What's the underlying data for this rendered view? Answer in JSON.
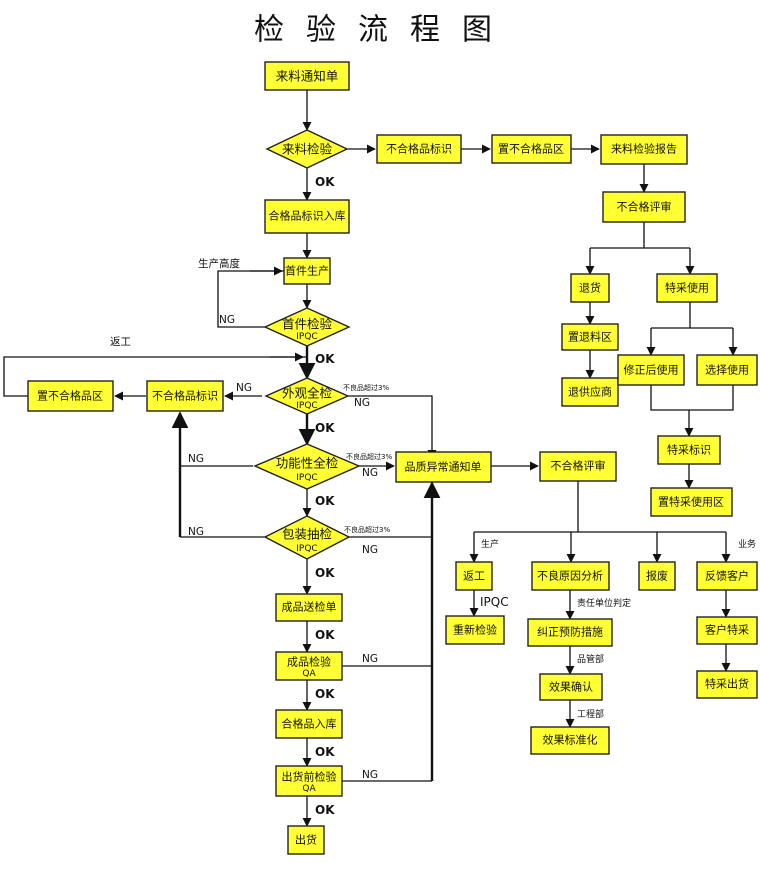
{
  "title": "检验流程图",
  "nodes": {
    "incoming_notice": "来料通知单",
    "incoming_inspection": "来料检验",
    "nc_label_1": "不合格品标识",
    "nc_area_1": "置不合格品区",
    "incoming_report": "来料检验报告",
    "nc_review_1": "不合格评审",
    "return_goods": "退货",
    "special_use": "特采使用",
    "return_area": "置退料区",
    "return_supplier": "退供应商",
    "use_after_fix": "修正后使用",
    "select_use": "选择使用",
    "special_label": "特采标识",
    "special_area": "置特采使用区",
    "good_label_store": "合格品标识入库",
    "first_article": "首件生产",
    "first_inspection": "首件检验",
    "first_inspection_sub": "IPQC",
    "visual_inspection": "外观全检",
    "visual_inspection_sub": "IPQC",
    "nc_label_2": "不合格品标识",
    "nc_area_2": "置不合格品区",
    "function_inspection": "功能性全检",
    "function_inspection_sub": "IPQC",
    "quality_notice": "品质异常通知单",
    "nc_review_2": "不合格评审",
    "packing_inspection": "包装抽检",
    "packing_inspection_sub": "IPQC",
    "rework": "返工",
    "reinspect": "重新检验",
    "cause_analysis": "不良原因分析",
    "scrap": "报废",
    "feedback_customer": "反馈客户",
    "corrective_action": "纠正预防措施",
    "customer_special": "客户特采",
    "effect_confirm": "效果确认",
    "special_shipment": "特采出货",
    "effect_standard": "效果标准化",
    "finished_sheet": "成品送检单",
    "finished_inspection": "成品检验",
    "finished_inspection_sub": "QA",
    "good_store": "合格品入库",
    "pre_ship_inspection": "出货前检验",
    "pre_ship_inspection_sub": "QA",
    "shipment": "出货"
  },
  "labels": {
    "ok": "OK",
    "ng": "NG",
    "production_height": "生产高度",
    "rework_loop": "返工",
    "defect_over_3pct": "不良品超过3%",
    "production": "生产",
    "ipqc": "IPQC",
    "responsibility": "责任单位判定",
    "qm_dept": "品管部",
    "eng_dept": "工程部",
    "business": "业务"
  }
}
